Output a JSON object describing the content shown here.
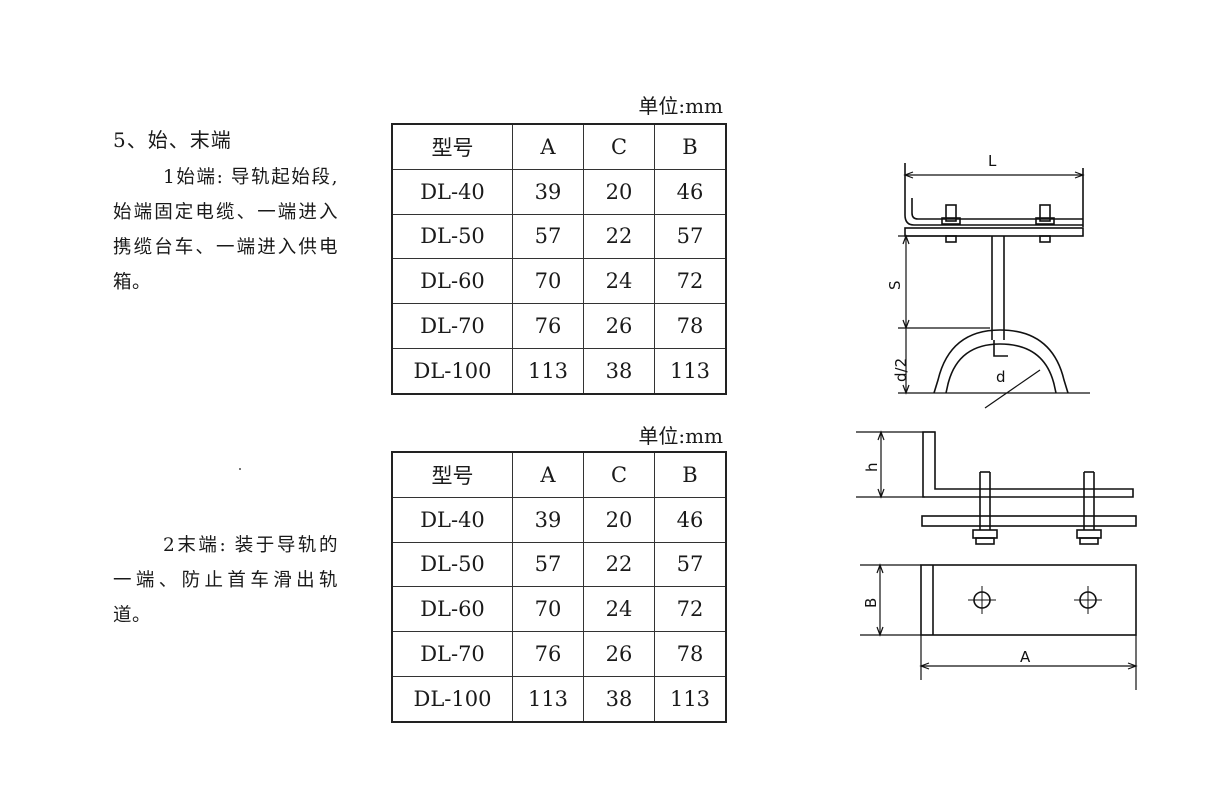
{
  "section": {
    "heading": "5、始、末端",
    "start_text": "1始端: 导轨起始段, 始端固定电缆、一端进入携缆台车、一端进入供电箱。",
    "end_text": "2末端: 装于导轨的一端、防止首车滑出轨道。"
  },
  "unit_label": "单位:mm",
  "tables": [
    {
      "headers": [
        "型号",
        "A",
        "C",
        "B"
      ],
      "rows": [
        [
          "DL-40",
          "39",
          "20",
          "46"
        ],
        [
          "DL-50",
          "57",
          "22",
          "57"
        ],
        [
          "DL-60",
          "70",
          "24",
          "72"
        ],
        [
          "DL-70",
          "76",
          "26",
          "78"
        ],
        [
          "DL-100",
          "113",
          "38",
          "113"
        ]
      ]
    },
    {
      "headers": [
        "型号",
        "A",
        "C",
        "B"
      ],
      "rows": [
        [
          "DL-40",
          "39",
          "20",
          "46"
        ],
        [
          "DL-50",
          "57",
          "22",
          "57"
        ],
        [
          "DL-60",
          "70",
          "24",
          "72"
        ],
        [
          "DL-70",
          "76",
          "26",
          "78"
        ],
        [
          "DL-100",
          "113",
          "38",
          "113"
        ]
      ]
    }
  ],
  "drawings": {
    "start": {
      "L": "L",
      "S": "S",
      "d_half": "d/2",
      "d": "d"
    },
    "end": {
      "h": "h",
      "B": "B",
      "A": "A"
    }
  }
}
